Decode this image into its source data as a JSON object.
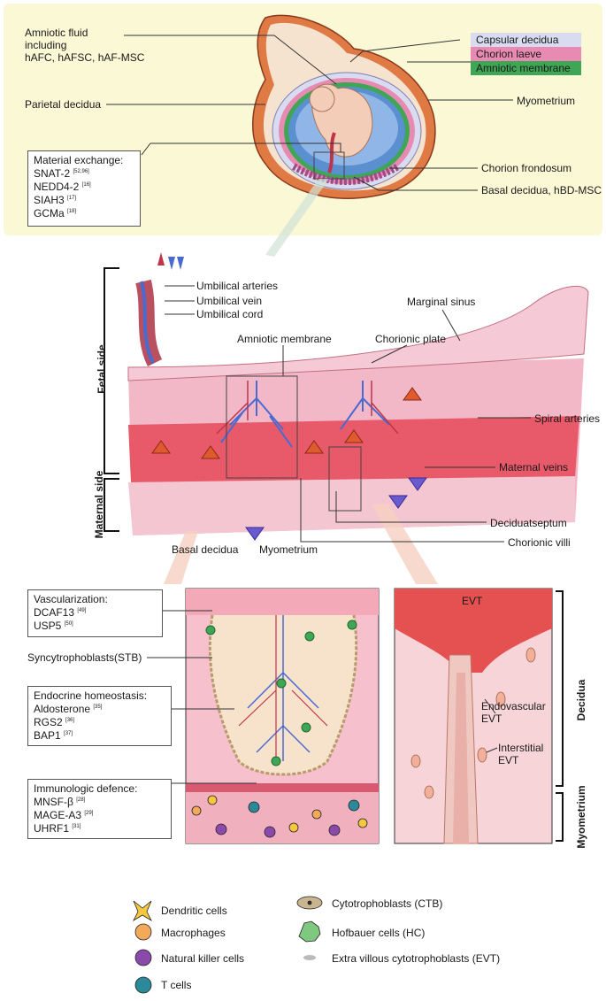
{
  "top_panel": {
    "amniotic_fluid": {
      "line1": "Amniotic fluid",
      "line2": "including",
      "line3": "hAFC, hAFSC, hAF-MSC"
    },
    "parietal_decidua": "Parietal decidua",
    "myometrium": "Myometrium",
    "chorion_frondosum": "Chorion frondosum",
    "basal_decidua": "Basal decidua, hBD-MSC",
    "layer_legend": [
      {
        "label": "Capsular decidua",
        "color": "#d9dcf0"
      },
      {
        "label": "Chorion laeve",
        "color": "#e98ab2"
      },
      {
        "label": "Amniotic membrane",
        "color": "#3fa655"
      }
    ],
    "material_exchange": {
      "title": "Material exchange:",
      "items": [
        {
          "name": "SNAT-2",
          "ref": "[52,96]"
        },
        {
          "name": "NEDD4-2",
          "ref": "[16]"
        },
        {
          "name": "SIAH3",
          "ref": "[17]"
        },
        {
          "name": "GCMa",
          "ref": "[18]"
        }
      ]
    }
  },
  "middle_panel": {
    "umbilical_arteries": "Umbilical arteries",
    "umbilical_vein": "Umbilical vein",
    "umbilical_cord": "Umbilical cord",
    "marginal_sinus": "Marginal sinus",
    "amniotic_membrane": "Amniotic membrane",
    "chorionic_plate": "Chorionic plate",
    "spiral_arteries": "Spiral arteries",
    "maternal_veins": "Maternal veins",
    "deciduatseptum": "Deciduatseptum",
    "chorionic_villi": "Chorionic villi",
    "basal_decidua": "Basal decidua",
    "myometrium": "Myometrium",
    "fetal_side": "Fetal side",
    "maternal_side": "Maternal side"
  },
  "bottom_panel": {
    "vascularization": {
      "title": "Vascularization:",
      "items": [
        {
          "name": "DCAF13",
          "ref": "[49]"
        },
        {
          "name": "USP5",
          "ref": "[50]"
        }
      ]
    },
    "syncytrophoblasts": "Syncytrophoblasts(STB)",
    "endocrine": {
      "title": "Endocrine homeostasis:",
      "items": [
        {
          "name": "Aldosterone",
          "ref": "[35]"
        },
        {
          "name": "RGS2",
          "ref": "[36]"
        },
        {
          "name": "BAP1",
          "ref": "[37]"
        }
      ]
    },
    "immunologic": {
      "title": "Immunologic defence:",
      "items": [
        {
          "name": "MNSF-β",
          "ref": "[28]"
        },
        {
          "name": "MAGE-A3",
          "ref": "[29]"
        },
        {
          "name": "UHRF1",
          "ref": "[31]"
        }
      ]
    },
    "evt": "EVT",
    "endovascular": {
      "line1": "Endovascular",
      "line2": "EVT"
    },
    "interstitial": {
      "line1": "Interstitial",
      "line2": "EVT"
    },
    "decidua": "Decidua",
    "myometrium": "Myometrium"
  },
  "legend": {
    "dendritic": "Dendritic cells",
    "macrophages": "Macrophages",
    "nk": "Natural killer cells",
    "tcells": "T cells",
    "ctb": "Cytotrophoblasts (CTB)",
    "hc": "Hofbauer cells (HC)",
    "evt": "Extra villous cytotrophoblasts (EVT)"
  }
}
